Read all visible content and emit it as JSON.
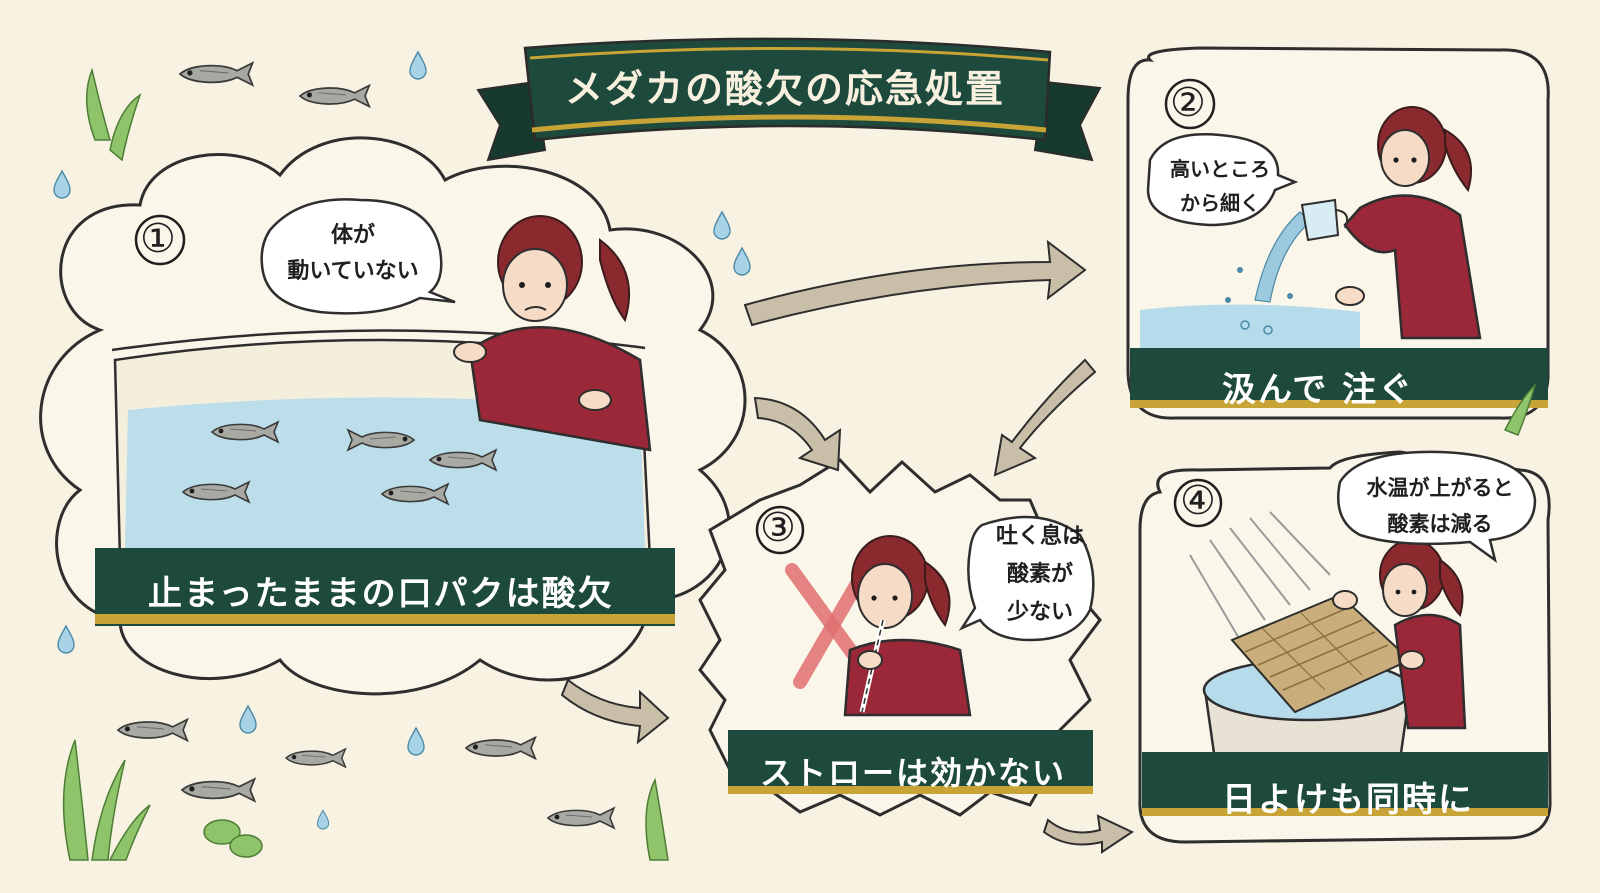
{
  "title": "メダカの酸欠の応急処置",
  "colors": {
    "banner": "#1d4a3c",
    "gold": "#c8a335",
    "shirt": "#9a2838",
    "hair": "#8a2a2e",
    "water": "#b6dceb",
    "background": "#f8f2e2"
  },
  "steps": [
    {
      "number": "①",
      "speech": [
        "体が",
        "動いていない"
      ],
      "caption": "止まったままの口パクは酸欠"
    },
    {
      "number": "②",
      "speech": [
        "高いところ",
        "から細く"
      ],
      "caption": "汲んで 注ぐ"
    },
    {
      "number": "③",
      "speech": [
        "吐く息は",
        "酸素が",
        "少ない"
      ],
      "caption": "ストローは効かない"
    },
    {
      "number": "④",
      "speech": [
        "水温が上がると",
        "酸素は減る"
      ],
      "caption": "日よけも同時に"
    }
  ],
  "icons": [
    "medaka-fish-icon",
    "water-drop-icon",
    "water-plant-icon",
    "pitcher-icon",
    "straw-icon",
    "x-mark-icon",
    "bamboo-shade-icon",
    "sun-rays-icon",
    "arrow-icon"
  ]
}
